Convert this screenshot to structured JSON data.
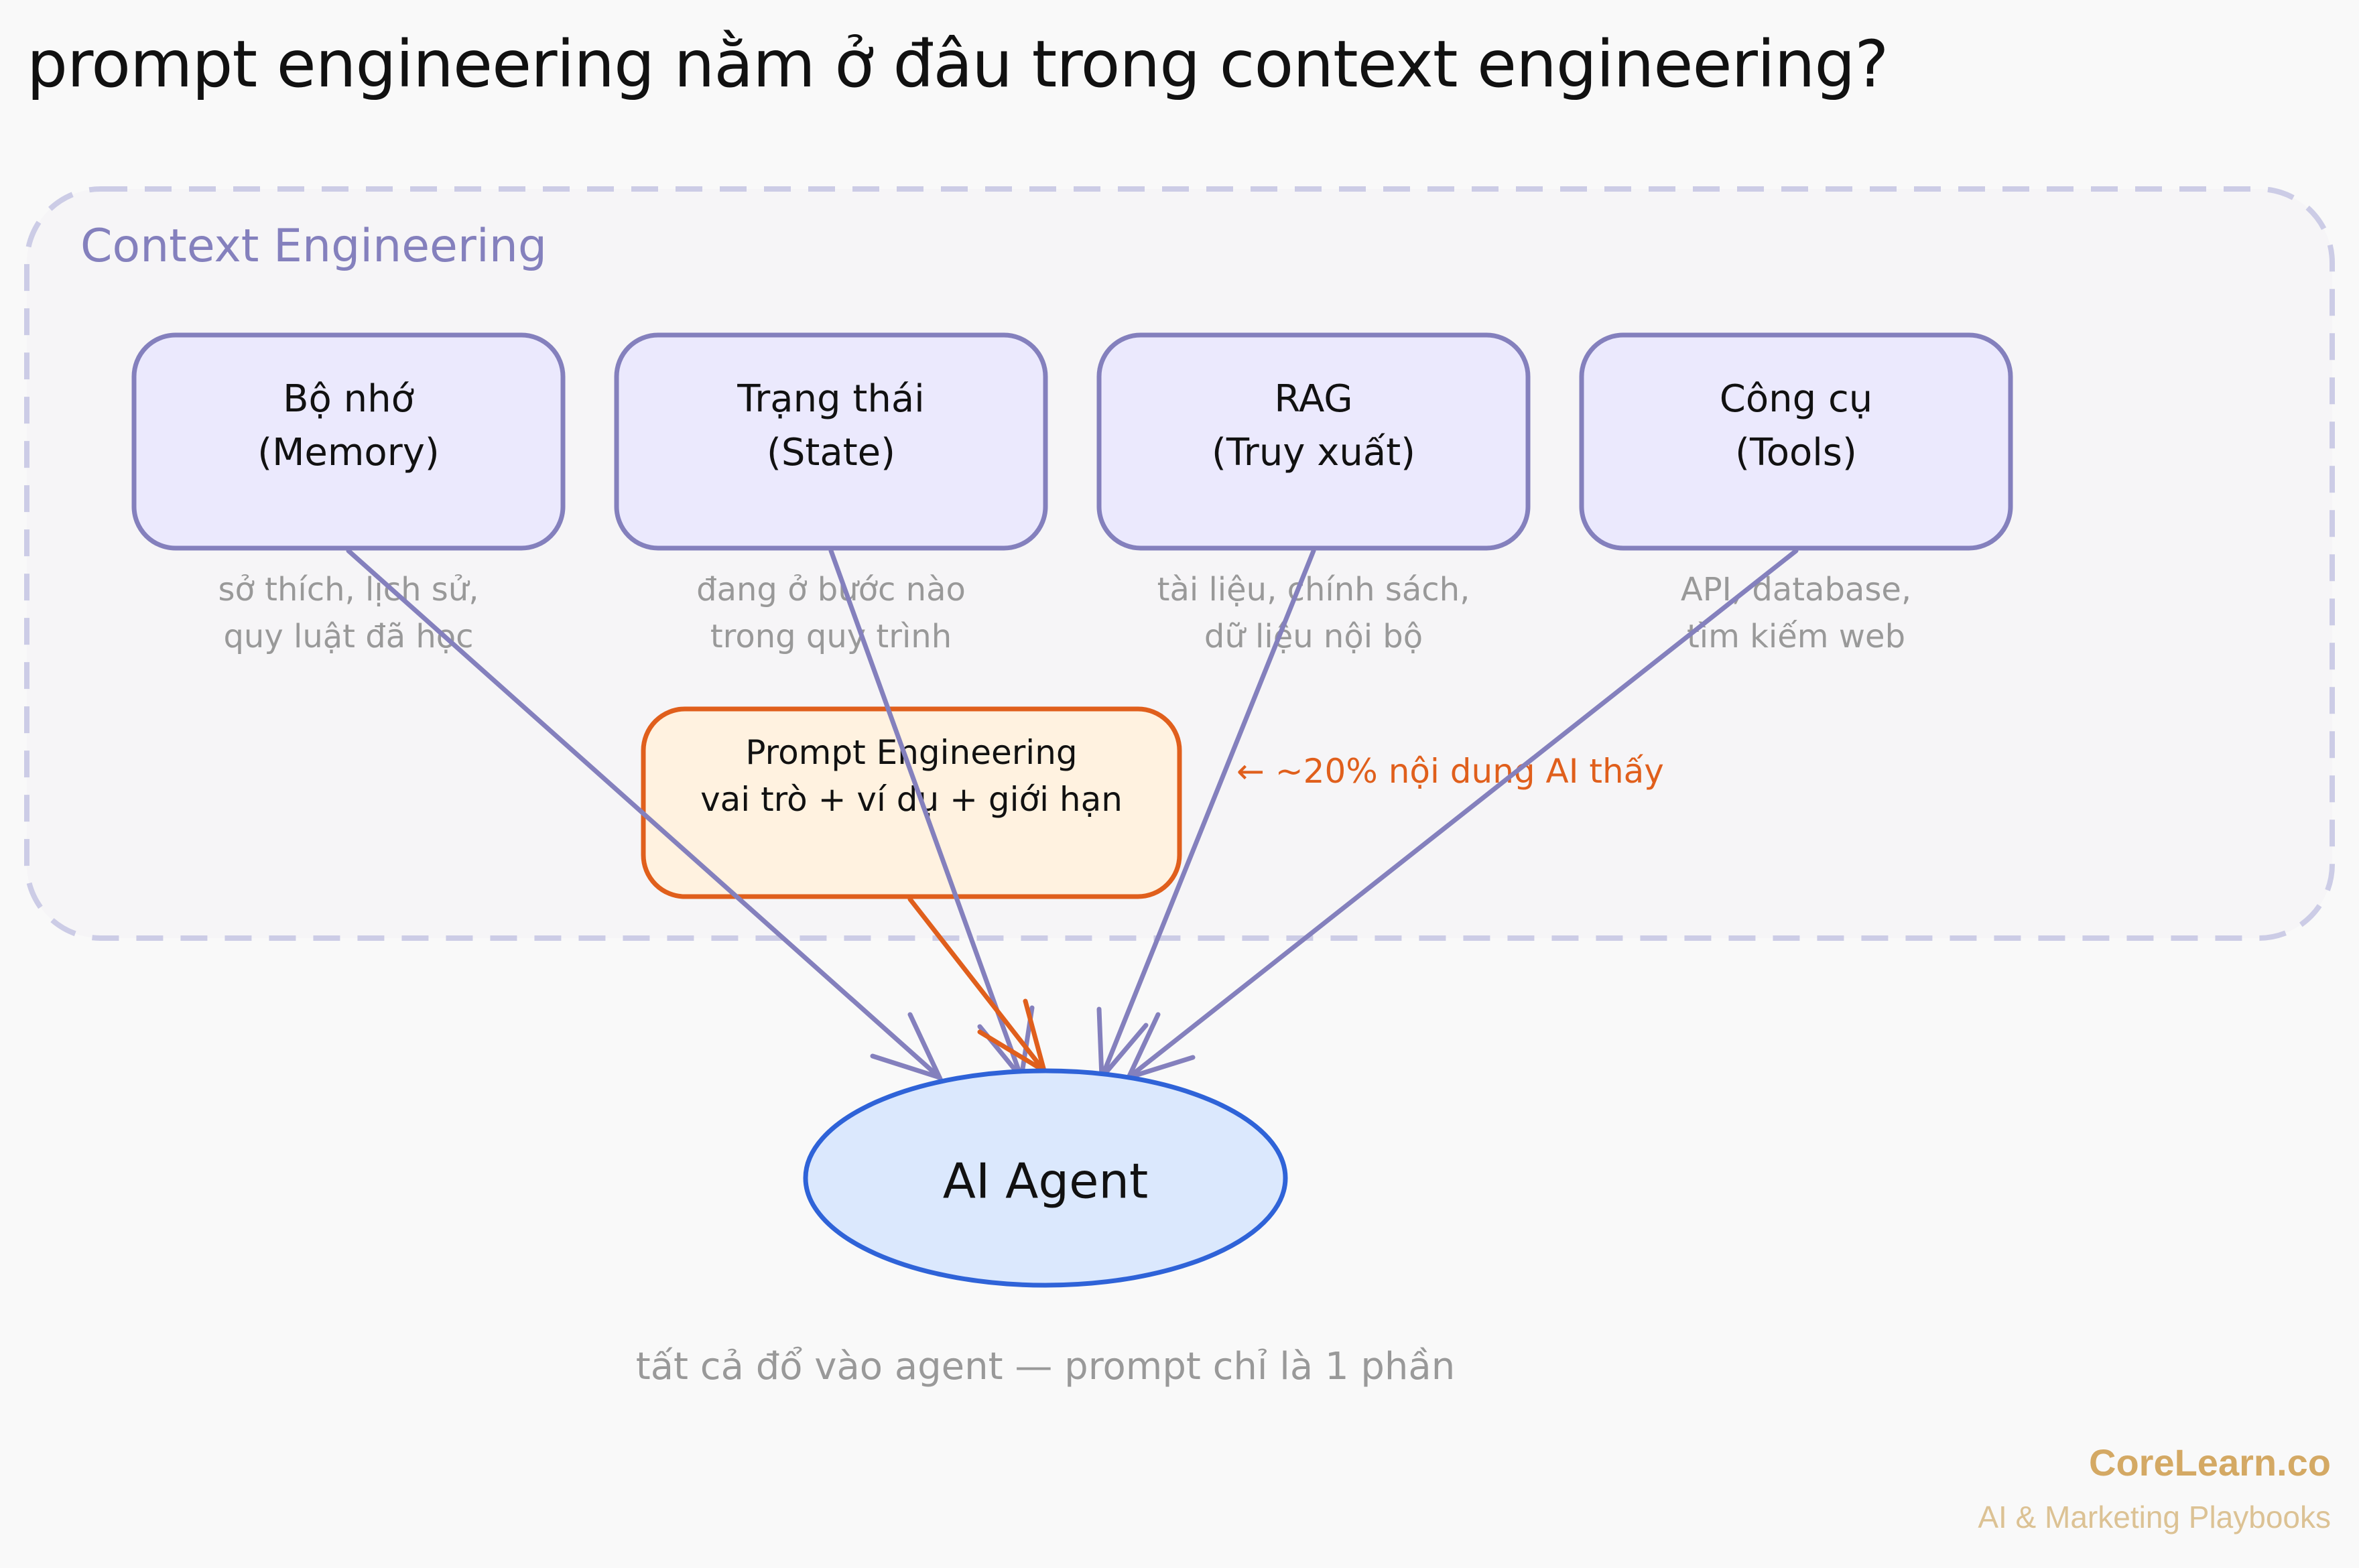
{
  "title": "prompt engineering nằm ở đâu trong context engineering?",
  "container": {
    "label": "Context Engineering"
  },
  "components": [
    {
      "name": "Bộ nhớ",
      "subtitle": "(Memory)",
      "desc": [
        "sở thích, lịch sử,",
        "quy luật đã học"
      ]
    },
    {
      "name": "Trạng thái",
      "subtitle": "(State)",
      "desc": [
        "đang ở bước nào",
        "trong quy trình"
      ]
    },
    {
      "name": "RAG",
      "subtitle": "(Truy xuất)",
      "desc": [
        "tài liệu, chính sách,",
        "dữ liệu nội bộ"
      ]
    },
    {
      "name": "Công cụ",
      "subtitle": "(Tools)",
      "desc": [
        "API, database,",
        "tìm kiếm web"
      ]
    }
  ],
  "prompt": {
    "name": "Prompt Engineering",
    "desc": "vai trò + ví dụ + giới hạn",
    "note": "← ~20% nội dung AI thấy"
  },
  "agent": {
    "label": "AI Agent"
  },
  "caption": "tất cả đổ vào agent — prompt chỉ là 1 phần",
  "brand": {
    "name": "CoreLearn.co",
    "tagline": "AI & Marketing Playbooks"
  },
  "colors": {
    "purple": "#8480bd",
    "purple_fill": "#ebe9fd",
    "orange": "#e05f1c",
    "orange_fill": "#fff2e0",
    "blue": "#2f63d8",
    "blue_fill": "#dbe8fd",
    "dashed": "#cccce6",
    "grey_text": "#999999"
  }
}
